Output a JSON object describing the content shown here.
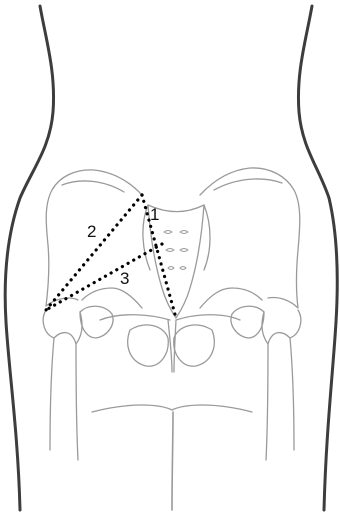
{
  "diagram": {
    "labels": [
      "1",
      "2",
      "3"
    ],
    "colors": {
      "body_outline": "#3d3d3d",
      "bone_outline": "#9a9a9a",
      "dotted_lines": "#000000",
      "background": "#ffffff"
    }
  }
}
